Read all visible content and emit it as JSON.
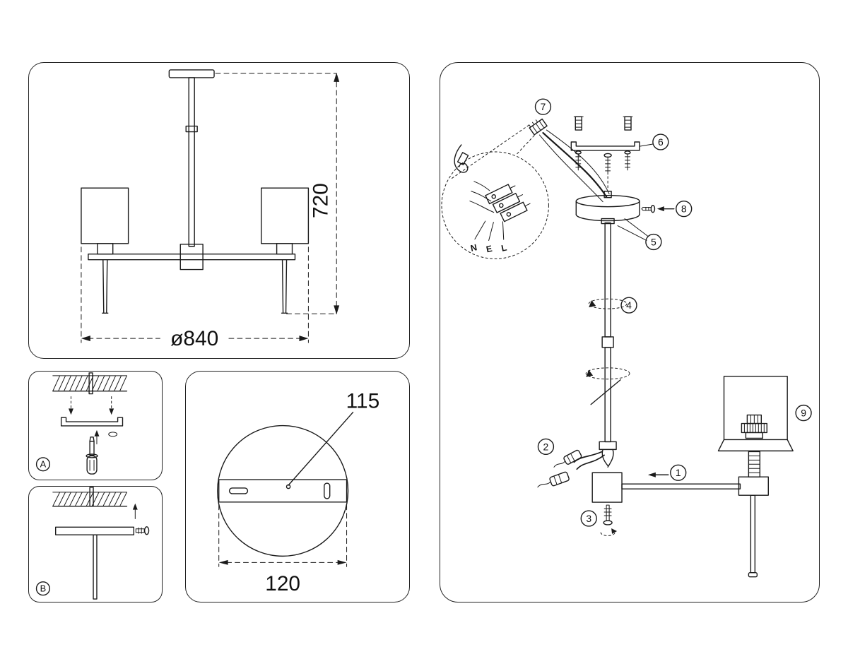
{
  "sheet": {
    "background": "#ffffff",
    "line_color": "#1a1a1a"
  },
  "overview": {
    "height_dim": "720",
    "diameter_dim": "ø840"
  },
  "detail_a": {
    "label": "A"
  },
  "detail_b": {
    "label": "B"
  },
  "canopy": {
    "slot_dim": "115",
    "plate_dim": "120"
  },
  "assembly": {
    "parts": [
      "1",
      "2",
      "3",
      "4",
      "5",
      "6",
      "7",
      "8",
      "9"
    ],
    "terminals": [
      "N",
      "E",
      "L"
    ]
  }
}
